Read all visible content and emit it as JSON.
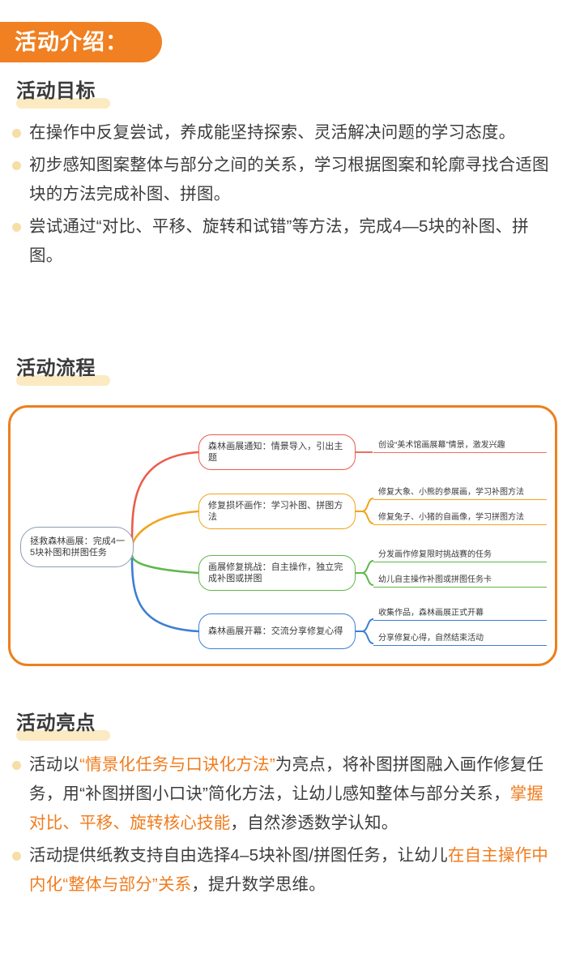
{
  "banner": {
    "title": "活动介绍："
  },
  "sections": [
    {
      "heading": "活动目标"
    },
    {
      "heading": "活动流程"
    },
    {
      "heading": "活动亮点"
    }
  ],
  "goals": {
    "heading": "活动目标",
    "items": [
      "在操作中反复尝试，养成能坚持探索、灵活解决问题的学习态度。",
      "初步感知图案整体与部分之间的关系，学习根据图案和轮廓寻找合适图块的方法完成补图、拼图。",
      "尝试通过“对比、平移、旋转和试错”等方法，完成4—5块的补图、拼图。"
    ]
  },
  "flow": {
    "heading": "活动流程",
    "center": "拯救森林画展：完成4一5块补图和拼图任务",
    "branches": [
      {
        "label": "森林画展通知：情景导入，引出主题",
        "color": "#EC5B4C",
        "leaves": [
          "创设“美术馆画展幕”情景，激发兴趣"
        ]
      },
      {
        "label": "修复损坏画作：学习补图、拼图方法",
        "color": "#F2A31E",
        "leaves": [
          "修复大象、小熊的参展画，学习补图方法",
          "修复兔子、小猪的自画像，学习拼图方法"
        ]
      },
      {
        "label": "画展修复挑战：自主操作，独立完成补图或拼图",
        "color": "#5FB84B",
        "leaves": [
          "分发画作修复限时挑战赛的任务",
          "幼儿自主操作补图或拼图任务卡"
        ]
      },
      {
        "label": "森林画展开幕：交流分享修复心得",
        "color": "#3C7FD4",
        "leaves": [
          "收集作品，森林画展正式开幕",
          "分享修复心得，自然结束活动"
        ]
      }
    ]
  },
  "highlights": {
    "heading": "活动亮点",
    "items": [
      {
        "runs": [
          {
            "text": "活动以",
            "accent": false
          },
          {
            "text": "“情景化任务与口诀化方法”",
            "accent": true
          },
          {
            "text": "为亮点，将补图拼图融入画作修复任务，用“补图拼图小口诀”简化方法，让幼儿感知整体与部分关系，",
            "accent": false
          },
          {
            "text": "掌握对比、平移、旋转核心技能",
            "accent": true
          },
          {
            "text": "，自然渗透数学认知。",
            "accent": false
          }
        ]
      },
      {
        "runs": [
          {
            "text": "活动提供纸教支持自由选择4–5块补图/拼图任务，让幼儿",
            "accent": false
          },
          {
            "text": "在自主操作中内化“整体与部分”关系",
            "accent": true
          },
          {
            "text": "，提升数学思维。",
            "accent": false
          }
        ]
      }
    ]
  },
  "colors": {
    "brand_orange": "#F08021",
    "highlight_yellow": "#FBEAC2",
    "bullet_dot": "#F6DEA6",
    "accent_orange": "#F07C1E",
    "frame_orange": "#ED7F1C",
    "center_border": "#8E9BB3"
  }
}
